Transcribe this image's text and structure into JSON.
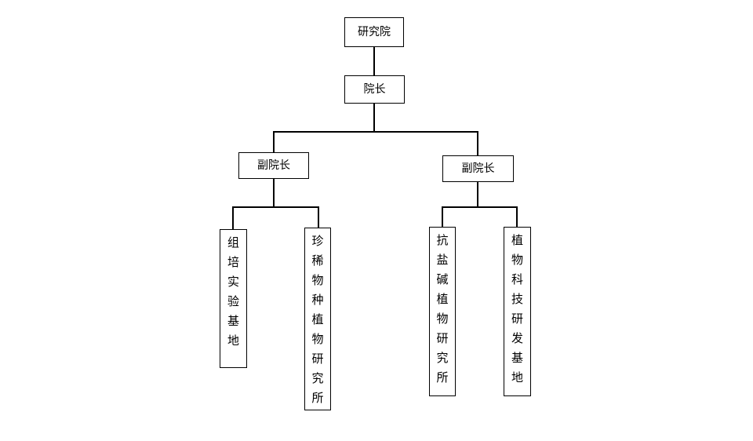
{
  "diagram": {
    "root": {
      "label": "研究院"
    },
    "dean": {
      "label": "院长"
    },
    "vice_deans": [
      {
        "label": "副院长"
      },
      {
        "label": "副院长"
      }
    ],
    "units": [
      {
        "label": "组培实验基地"
      },
      {
        "label": "珍稀物种植物研究所"
      },
      {
        "label": "抗盐碱植物研究所"
      },
      {
        "label": "植物科技研发基地"
      }
    ],
    "colors": {
      "line": "#000000",
      "box_border": "#000000",
      "background": "#ffffff"
    }
  }
}
